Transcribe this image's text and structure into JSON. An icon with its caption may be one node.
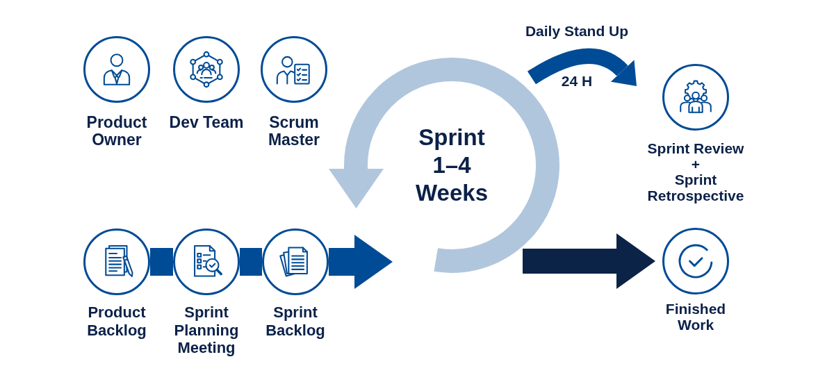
{
  "diagram": {
    "nodes": [
      {
        "text": [
          "Product Owner"
        ]
      },
      {
        "text": [
          "Dev Team"
        ]
      },
      {
        "text": [
          "Scrum Master"
        ]
      },
      {
        "text": [
          "Product Backlog"
        ]
      },
      {
        "text": [
          "Sprint Planning Meeting"
        ]
      },
      {
        "text": [
          "Sprint Backlog"
        ]
      },
      {
        "text": [
          "Sprint 1–4 Weeks"
        ]
      },
      {
        "text": [
          "Sprint Review",
          "+",
          "Sprint Retrospective"
        ]
      },
      {
        "text": [
          "Finished Work"
        ]
      }
    ],
    "edges": [
      {
        "from": 3,
        "to": 4,
        "arrow": "none"
      },
      {
        "from": 4,
        "to": 5,
        "arrow": "none"
      },
      {
        "from": 5,
        "to": 6,
        "arrow": "to"
      },
      {
        "from": 6,
        "to": 7,
        "arrow": "to"
      },
      {
        "from": 6,
        "to": 8,
        "arrow": "to",
        "color": "#0b2346"
      }
    ],
    "labels": [
      "Daily Stand Up",
      "24 H"
    ]
  }
}
